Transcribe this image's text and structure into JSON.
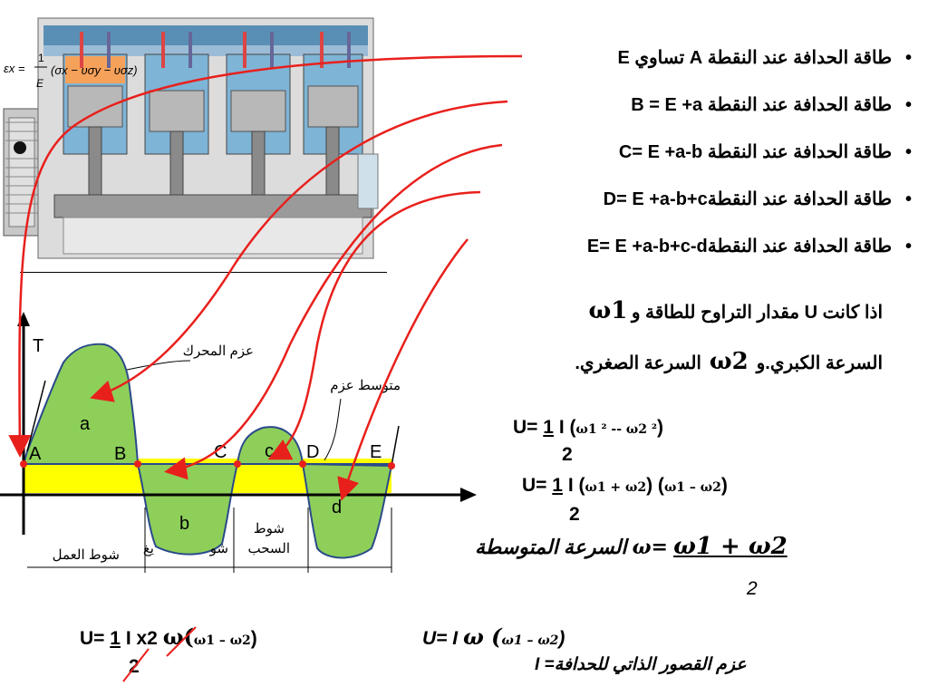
{
  "bullets": [
    {
      "text": "طاقة الحدافة عند النقطة A تساوي E"
    },
    {
      "text": "طاقة الحدافة عند النقطة B = E +a"
    },
    {
      "text": "طاقة الحدافة عند النقطة C= E +a-b"
    },
    {
      "text": "طاقة الحدافة عند النقطةD= E +a-b+c"
    },
    {
      "text": "طاقة الحدافة عند النقطةE= E +a-b+c-d"
    }
  ],
  "bullet_symbol": "•",
  "condition_line1": "اذا كانت U مقدار التراوح للطاقة و",
  "condition_w1": "ω1",
  "condition_line2_a": "السرعة الكبري.و",
  "condition_w2": "ω2",
  "condition_line2_b": "السرعة الصغري.",
  "formula1": {
    "lhs": "U=",
    "num": "1",
    "i": "I (",
    "w": "ω1 ² -- ω2 ²",
    "close": ")",
    "den": "2"
  },
  "formula2": {
    "lhs": "U=",
    "num": "1",
    "i": "I (",
    "w_sum": "ω1 + ω2",
    "mid": ") (",
    "w_diff": "ω1 – ω2",
    "close": ")",
    "den": "2"
  },
  "mean_speed": {
    "label": "السرعة المتوسطة",
    "eq": "ω=",
    "w_sum": "ω1 + ω2",
    "den": "2"
  },
  "formula3": {
    "lhs": "U=",
    "num": "1",
    "i": "I x2",
    "w": "ω(",
    "w_diff": "ω1 – ω2",
    "close": ")",
    "den": "2"
  },
  "formula4": {
    "lhs": "U= I",
    "w": "ω (",
    "w_diff": "ω1 – ω2",
    "close": ")"
  },
  "inertia_def": {
    "text": "I =عزم القصور الذاتي للحدافة"
  },
  "engine_formula": {
    "lhs": "εx =",
    "num": "1",
    "den": "E",
    "body": "(σx − υσy − υσz)"
  },
  "diagram": {
    "axis_t": "T",
    "points": [
      "A",
      "B",
      "C",
      "D",
      "E"
    ],
    "areas": [
      "a",
      "b",
      "c",
      "d"
    ],
    "torque_label": "عزم المحرك",
    "mean_torque_label": "متوسط عزم",
    "strokes": [
      "شوط العمل",
      "شوط السحب"
    ],
    "stroke_partial_1": "يغ",
    "stroke_partial_2": "شو",
    "colors": {
      "area_fill": "#8ecf5a",
      "mean_band": "#ffff00",
      "arrow": "#e8201c",
      "curve": "#2a4a8a"
    }
  }
}
